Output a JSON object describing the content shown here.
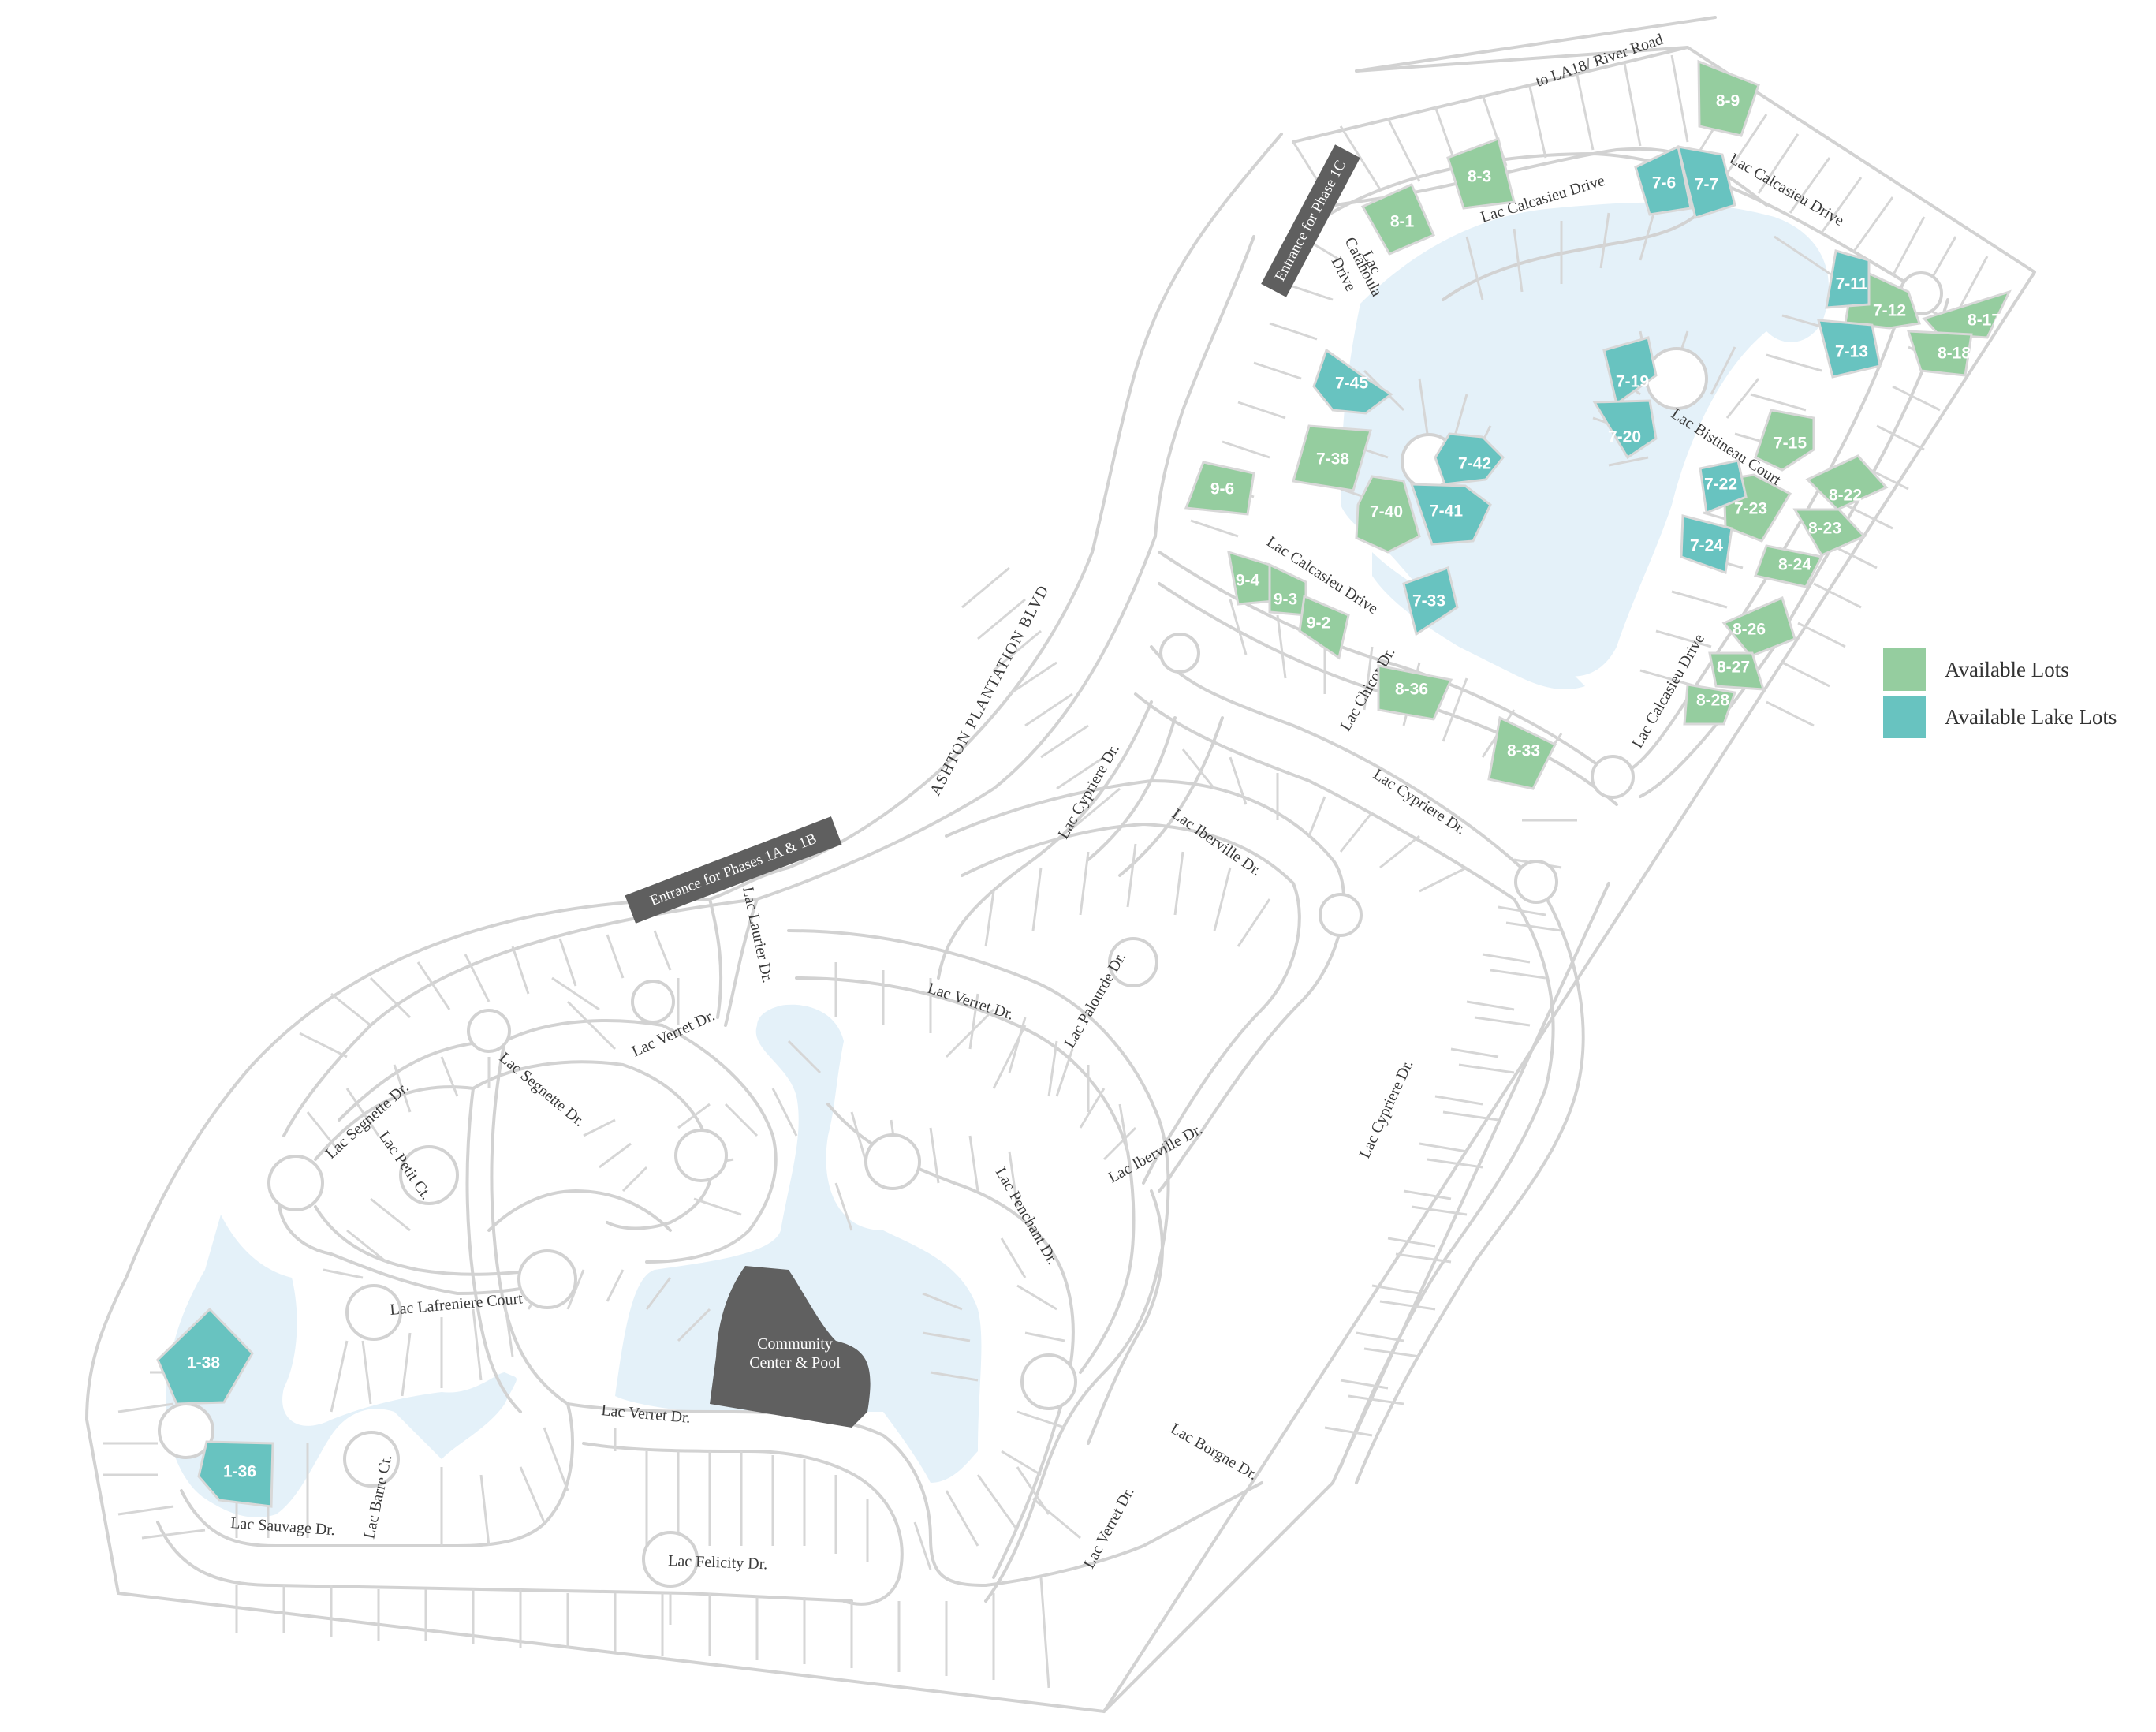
{
  "colors": {
    "available": "#95cd9f",
    "lake_lot": "#68c3c0",
    "lake": "#e4f1f9",
    "road": "#d2d2d2",
    "label_box": "#5f5f5f"
  },
  "legend": {
    "available": "Available Lots",
    "lake": "Available Lake Lots"
  },
  "entrances": {
    "phase1c": "Entrance for Phase 1C",
    "phase1ab": "Entrance for Phases 1A & 1B"
  },
  "roads": {
    "river": "to LA18/ River Road",
    "blvd": "ASHTON PLANTATION BLVD"
  },
  "community_center": [
    "Community",
    "Center & Pool"
  ],
  "streets": {
    "calcasieu_top": "Lac Calcasieu Drive",
    "calcasieu_ne": "Lac Calcasieu Drive",
    "catahoula": [
      "Lac",
      "Catahoula",
      "Drive"
    ],
    "bistineau": "Lac Bistineau Court",
    "calcasieu_mid": "Lac Calcasieu Drive",
    "calcasieu_east": "Lac Calcasieu Drive",
    "chicot": "Lac Chicot Dr.",
    "cypriere_n": "Lac Cypriere Dr.",
    "cypriere_e": "Lac Cypriere Dr.",
    "cypriere_se": "Lac Cypriere Dr.",
    "iberville_n": "Lac Iberville Dr.",
    "iberville_s": "Lac Iberville Dr.",
    "palourde": "Lac Palourde Dr.",
    "laurier": "Lac Laurier Dr.",
    "verret_n": "Lac  Verret Dr.",
    "verret_nw": "Lac Verret Dr.",
    "verret_s": "Lac Verret Dr.",
    "verret_se": "Lac Verret Dr.",
    "segnette_w": "Lac Segnette Dr.",
    "segnette_e": "Lac Segnette Dr.",
    "petit": "Lac Petit Ct.",
    "lafreniere": "Lac Lafreniere Court",
    "penchant": "Lac Penchant Dr.",
    "borgne": "Lac Borgne Dr.",
    "felicity": "Lac Felicity Dr.",
    "sauvage": "Lac Sauvage Dr.",
    "barre": "Lac Barre Ct."
  },
  "lots": {
    "available": [
      "8-9",
      "8-3",
      "8-1",
      "7-12",
      "8-17",
      "8-18",
      "7-38",
      "9-6",
      "7-40",
      "7-15",
      "7-23",
      "8-22",
      "8-23",
      "8-24",
      "9-4",
      "9-3",
      "9-2",
      "8-36",
      "8-26",
      "8-27",
      "8-28",
      "8-33"
    ],
    "lake": [
      "7-6",
      "7-7",
      "7-11",
      "7-13",
      "7-45",
      "7-19",
      "7-20",
      "7-42",
      "7-41",
      "7-22",
      "7-24",
      "7-33",
      "1-38",
      "1-36"
    ]
  }
}
